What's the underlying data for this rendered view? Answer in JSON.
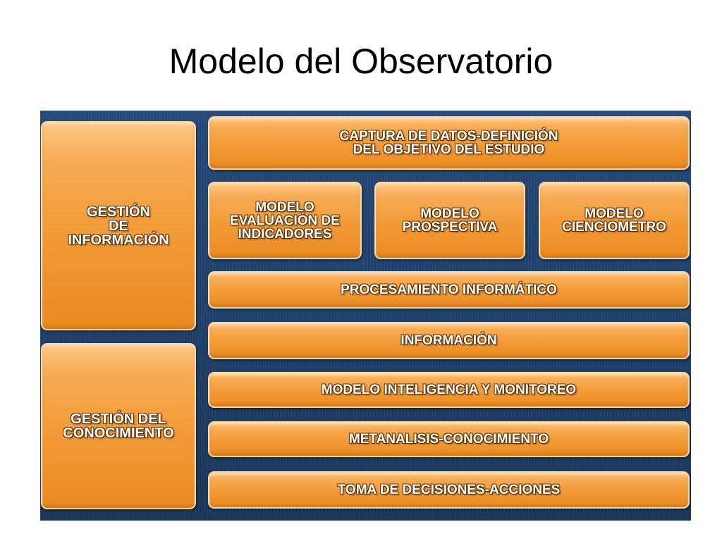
{
  "slide": {
    "title": "Modelo del Observatorio"
  },
  "diagram": {
    "side_boxes": {
      "gestion_informacion": "GESTIÓN\nDE\nINFORMACIÓN",
      "gestion_conocimiento": "GESTIÓN DEL\nCONOCIMIENTO"
    },
    "captura": "CAPTURA DE DATOS-DEFINICIÓN\nDEL OBJETIVO DEL ESTUDIO",
    "models": {
      "evaluacion": "MODELO\nEVALUACIÓN DE\nINDICADORES",
      "prospectiva": "MODELO\nPROSPECTIVA",
      "cienciometro": "MODELO\nCIENCIOMETRO"
    },
    "procesamiento": "PROCESAMIENTO INFORMÁTICO",
    "informacion": "INFORMACIÓN",
    "inteligencia": "MODELO INTELIGENCIA Y MONITOREO",
    "metanalisis": "METANALISIS-CONOCIMIENTO",
    "toma_decisiones": "TOMA DE DECISIONES-ACCIONES"
  },
  "colors": {
    "panel_background": "#1f3f66",
    "box_orange": "#f29a36",
    "box_text": "#ffffff"
  }
}
